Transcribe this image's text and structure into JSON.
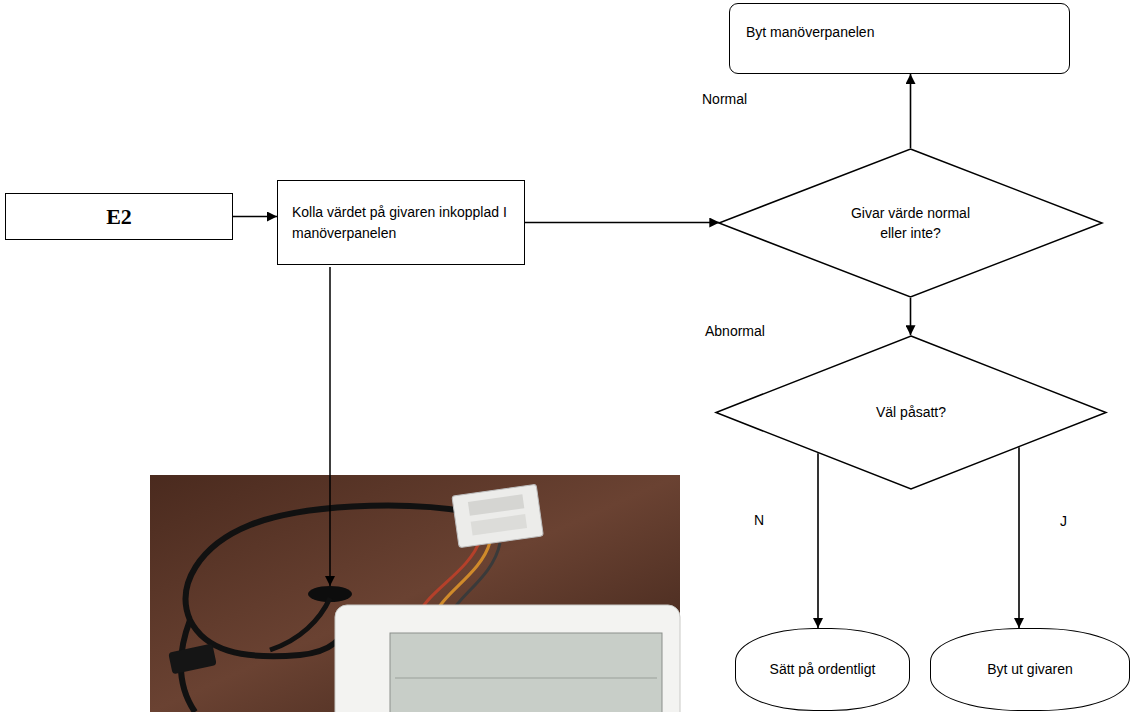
{
  "diagram": {
    "nodes": [
      {
        "text": [
          "E2"
        ]
      },
      {
        "text": [
          "Kolla värdet på givaren inkopplad I manöverpanelen"
        ]
      },
      {
        "text": [
          "Givar värde normal eller inte?"
        ]
      },
      {
        "text": [
          "Byt manöverpanelen"
        ]
      },
      {
        "text": [
          "Väl påsatt?"
        ]
      },
      {
        "text": [
          "Sätt på ordentligt"
        ]
      },
      {
        "text": [
          "Byt ut givaren"
        ]
      }
    ],
    "edges": [
      {
        "from": 0,
        "to": 1,
        "arrow": "to"
      },
      {
        "from": 1,
        "to": 2,
        "arrow": "to"
      },
      {
        "from": 2,
        "to": 3,
        "label": "Normal",
        "arrow": "to"
      },
      {
        "from": 2,
        "to": 4,
        "label": "Abnormal",
        "arrow": "to"
      },
      {
        "from": 4,
        "to": 5,
        "label": "N",
        "arrow": "to"
      },
      {
        "from": 4,
        "to": 6,
        "label": "J",
        "arrow": "to"
      }
    ]
  }
}
